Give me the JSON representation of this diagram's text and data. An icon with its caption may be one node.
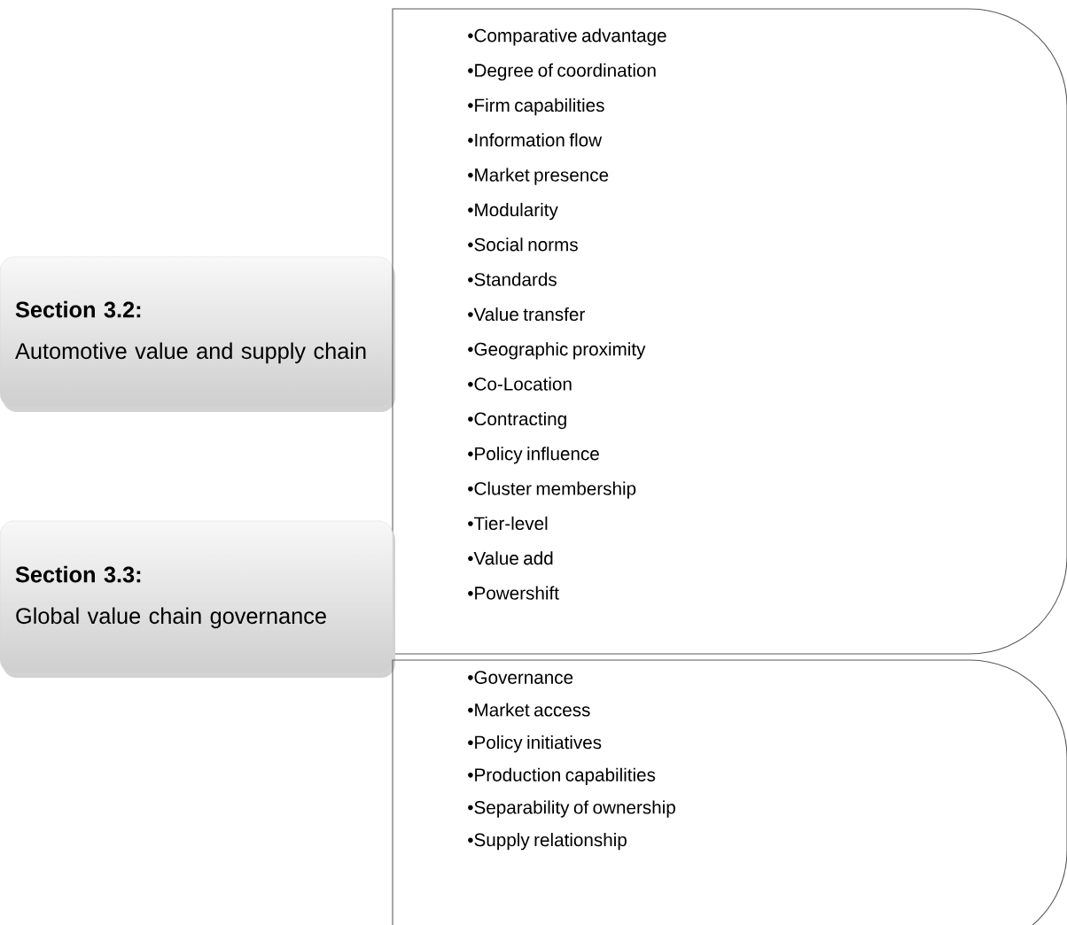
{
  "diagram": {
    "nodes": [
      {
        "text": [
          "Section 3.2:",
          "Automotive value and supply chain"
        ]
      },
      {
        "text": [
          "•Comparative advantage",
          "•Degree of coordination",
          "•Firm capabilities",
          "•Information flow",
          "•Market presence",
          "•Modularity",
          "•Social norms",
          "•Standards",
          "•Value transfer",
          "•Geographic proximity",
          "•Co-Location",
          "•Contracting",
          "•Policy influence",
          "•Cluster membership",
          "•Tier-level",
          "•Value add",
          "•Powershift"
        ]
      },
      {
        "text": [
          "Section 3.3:",
          "Global value chain governance"
        ]
      },
      {
        "text": [
          "•Governance",
          "•Market access",
          "•Policy initiatives",
          "•Production capabilities",
          "•Separability of ownership",
          "•Supply relationship"
        ]
      }
    ],
    "edges": []
  }
}
